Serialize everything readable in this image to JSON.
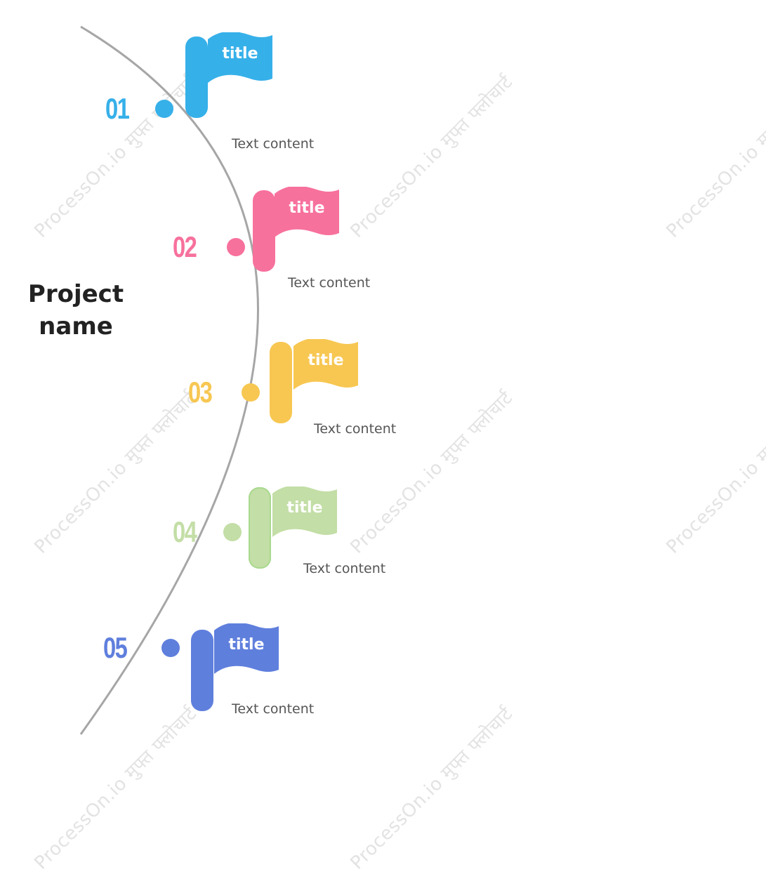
{
  "project": {
    "title_line1": "Project",
    "title_line2": "name"
  },
  "watermark_text": "ProcessOn.io मुफ्त फ्लोचार्ट",
  "steps": [
    {
      "number": "01",
      "title": "title",
      "text": "Text content",
      "color": "#36b0e9"
    },
    {
      "number": "02",
      "title": "title",
      "text": "Text content",
      "color": "#f7719d"
    },
    {
      "number": "03",
      "title": "title",
      "text": "Text content",
      "color": "#f7c752"
    },
    {
      "number": "04",
      "title": "title",
      "text": "Text content",
      "color": "#c3dea6"
    },
    {
      "number": "05",
      "title": "title",
      "text": "Text content",
      "color": "#5f7fdd"
    }
  ],
  "colors": {
    "arc": "#a6a6a6",
    "background": "#ffffff",
    "text": "#555555",
    "heading": "#222222"
  }
}
